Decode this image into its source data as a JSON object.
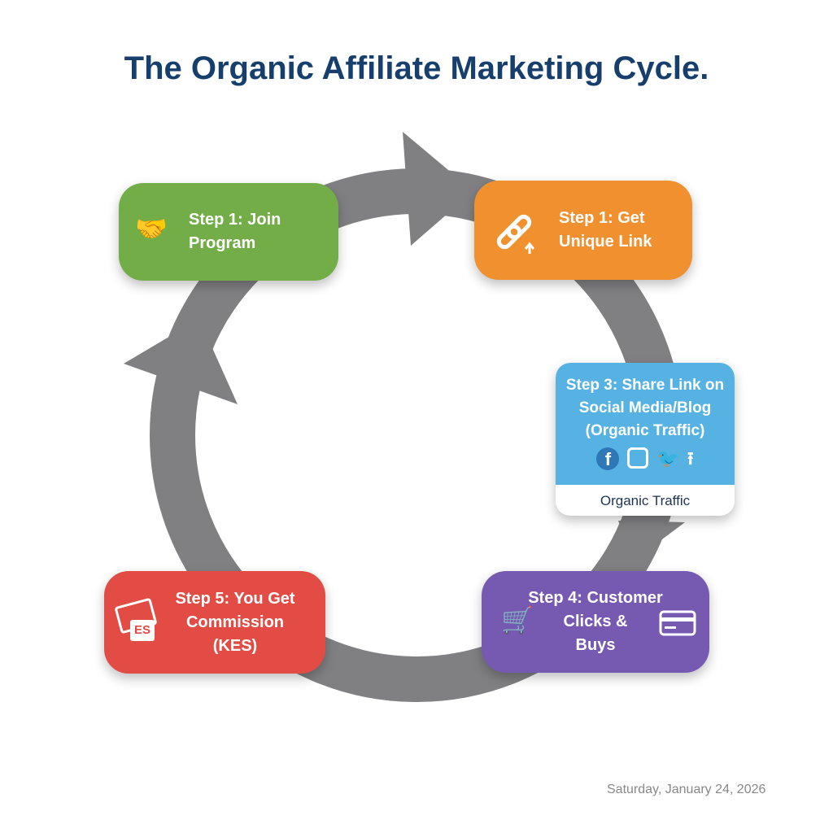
{
  "title": "The Organic Affiliate Marketing Cycle.",
  "steps": {
    "join": {
      "line1": "Step 1: Join",
      "line2": "Program",
      "icon": "handshake-icon",
      "color": "#72ad47"
    },
    "link": {
      "line1": "Step 1: Get",
      "line2": "Unique Link",
      "icon": "link-icon",
      "color": "#f0902f"
    },
    "share": {
      "line1": "Step 3: Share Link on",
      "line2": "Social Media/Blog",
      "line3": "(Organic Traffic)",
      "caption": "Organic Traffic",
      "icons": [
        "facebook-icon",
        "instagram-icon",
        "twitter-icon",
        "upload-icon"
      ],
      "color": "#55b2e2"
    },
    "buy": {
      "line1": "Step 4: Customer",
      "line2": "Clicks &",
      "line3": "Buys",
      "icons": [
        "cart-icon",
        "credit-card-icon"
      ],
      "color": "#7659b0"
    },
    "commission": {
      "line1": "Step 5: You Get",
      "line2": "Commission",
      "line3": "(KES)",
      "icon_label": "ES",
      "icon": "money-icon",
      "color": "#e24c45"
    }
  },
  "arrow_color": "#808083",
  "date": "Saturday, January 24, 2026"
}
